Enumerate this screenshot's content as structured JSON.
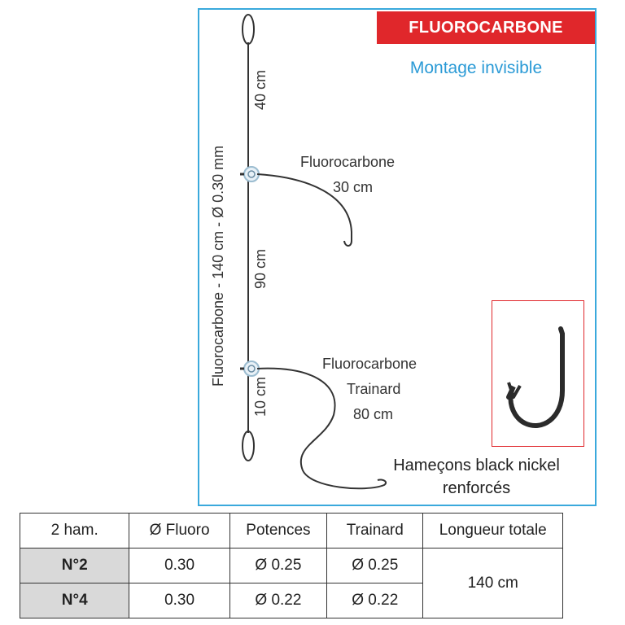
{
  "header": {
    "badge": "FLUOROCARBONE",
    "subtitle": "Montage invisible"
  },
  "rig": {
    "main_line_label": "Fluorocarbone - 140 cm - Ø 0.30 mm",
    "segment_top": "40 cm",
    "segment_middle": "90 cm",
    "segment_bottom": "10 cm",
    "dropper": {
      "line1": "Fluorocarbone",
      "line2": "30 cm"
    },
    "trailer": {
      "line1": "Fluorocarbone",
      "line2": "Trainard",
      "line3": "80 cm"
    }
  },
  "hooks": {
    "line1": "Hameçons black nickel",
    "line2": "renforcés"
  },
  "colors": {
    "accent_red": "#e0272b",
    "accent_blue": "#2a9ad6",
    "frame_blue": "#3aa9dc"
  },
  "table": {
    "headers": [
      "2 ham.",
      "Ø Fluoro",
      "Potences",
      "Trainard",
      "Longueur totale"
    ],
    "rows": [
      {
        "model": "N°2",
        "fluoro": "0.30",
        "potences": "Ø 0.25",
        "trainard": "Ø 0.25"
      },
      {
        "model": "N°4",
        "fluoro": "0.30",
        "potences": "Ø 0.22",
        "trainard": "Ø 0.22"
      }
    ],
    "total_length": "140 cm"
  }
}
